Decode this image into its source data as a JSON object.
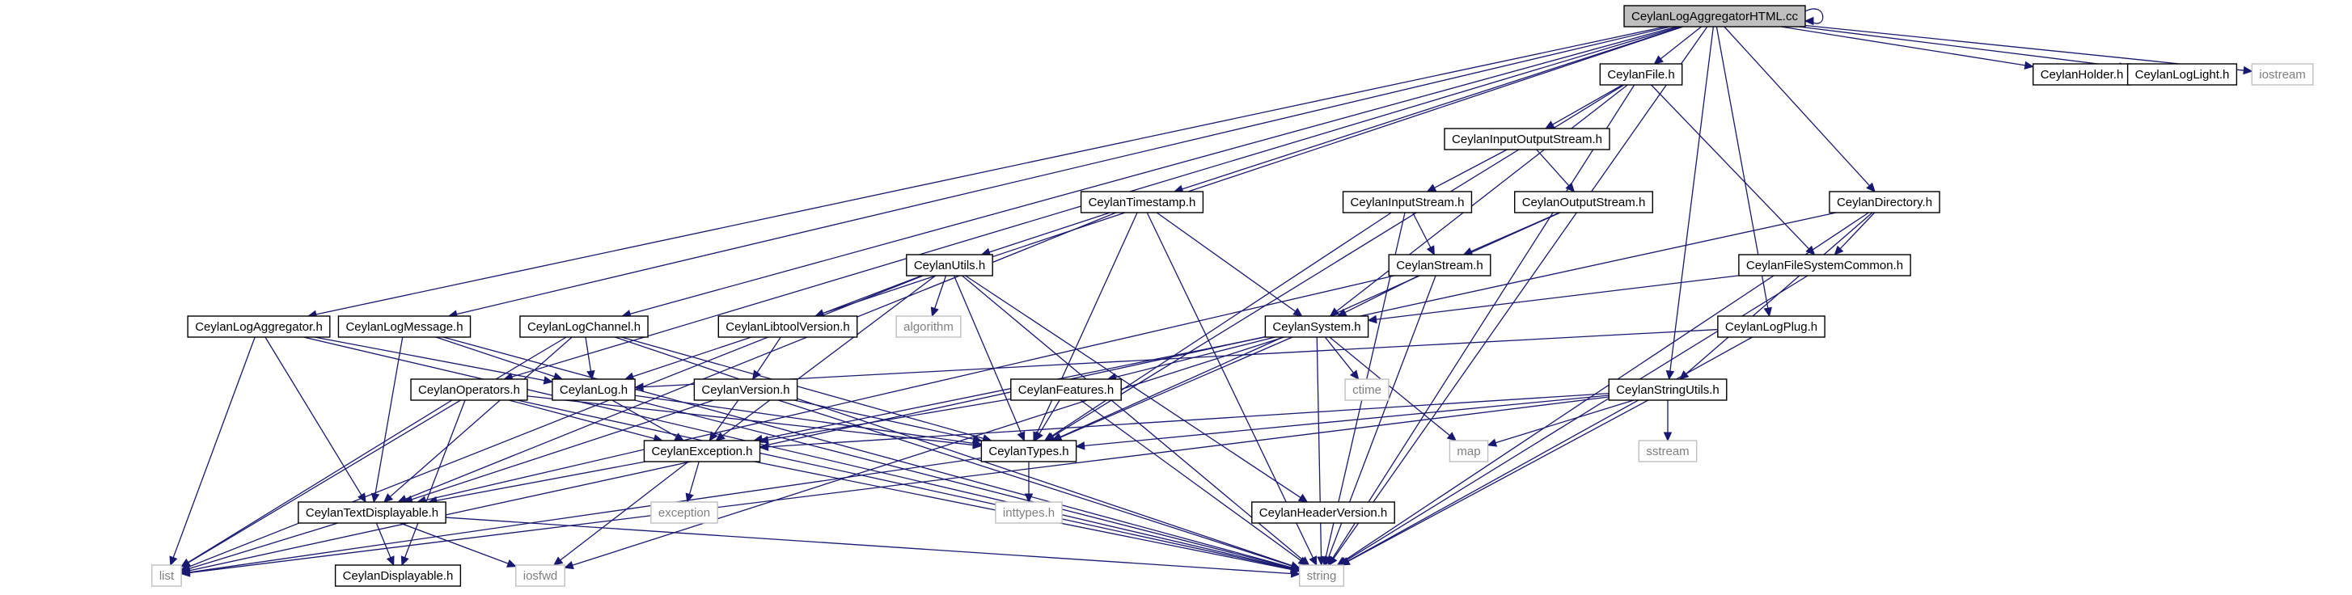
{
  "graph": {
    "root": "n0",
    "colors": {
      "edge": "#191970",
      "root_fill": "#bfbfbf",
      "node_border": "#000000",
      "system_border": "#bfbfbf",
      "system_text": "#7f7f7f"
    },
    "nodes": [
      {
        "id": "n0",
        "label": "CeylanLogAggregatorHTML.cc",
        "kind": "root"
      },
      {
        "id": "n1",
        "label": "CeylanFile.h",
        "kind": "header"
      },
      {
        "id": "n2",
        "label": "CeylanHolder.h",
        "kind": "header"
      },
      {
        "id": "n3",
        "label": "CeylanLogLight.h",
        "kind": "header"
      },
      {
        "id": "n4",
        "label": "iostream",
        "kind": "system"
      },
      {
        "id": "n5",
        "label": "CeylanInputOutputStream.h",
        "kind": "header"
      },
      {
        "id": "n6",
        "label": "CeylanTimestamp.h",
        "kind": "header"
      },
      {
        "id": "n7",
        "label": "CeylanInputStream.h",
        "kind": "header"
      },
      {
        "id": "n8",
        "label": "CeylanOutputStream.h",
        "kind": "header"
      },
      {
        "id": "n9",
        "label": "CeylanDirectory.h",
        "kind": "header"
      },
      {
        "id": "n10",
        "label": "CeylanStream.h",
        "kind": "header"
      },
      {
        "id": "n11",
        "label": "CeylanFileSystemCommon.h",
        "kind": "header"
      },
      {
        "id": "n12",
        "label": "CeylanUtils.h",
        "kind": "header"
      },
      {
        "id": "n13",
        "label": "CeylanLogAggregator.h",
        "kind": "header"
      },
      {
        "id": "n14",
        "label": "CeylanLogMessage.h",
        "kind": "header"
      },
      {
        "id": "n15",
        "label": "CeylanLogChannel.h",
        "kind": "header"
      },
      {
        "id": "n16",
        "label": "CeylanLibtoolVersion.h",
        "kind": "header"
      },
      {
        "id": "n17",
        "label": "algorithm",
        "kind": "system"
      },
      {
        "id": "n18",
        "label": "CeylanSystem.h",
        "kind": "header"
      },
      {
        "id": "n19",
        "label": "CeylanLogPlug.h",
        "kind": "header"
      },
      {
        "id": "n20",
        "label": "CeylanOperators.h",
        "kind": "header"
      },
      {
        "id": "n21",
        "label": "CeylanLog.h",
        "kind": "header"
      },
      {
        "id": "n22",
        "label": "CeylanVersion.h",
        "kind": "header"
      },
      {
        "id": "n23",
        "label": "CeylanFeatures.h",
        "kind": "header"
      },
      {
        "id": "n24",
        "label": "ctime",
        "kind": "system"
      },
      {
        "id": "n25",
        "label": "CeylanStringUtils.h",
        "kind": "header"
      },
      {
        "id": "n26",
        "label": "CeylanException.h",
        "kind": "header"
      },
      {
        "id": "n27",
        "label": "CeylanTypes.h",
        "kind": "header"
      },
      {
        "id": "n28",
        "label": "map",
        "kind": "system"
      },
      {
        "id": "n29",
        "label": "sstream",
        "kind": "system"
      },
      {
        "id": "n30",
        "label": "CeylanTextDisplayable.h",
        "kind": "header"
      },
      {
        "id": "n31",
        "label": "exception",
        "kind": "system"
      },
      {
        "id": "n32",
        "label": "inttypes.h",
        "kind": "system"
      },
      {
        "id": "n33",
        "label": "CeylanHeaderVersion.h",
        "kind": "header"
      },
      {
        "id": "n34",
        "label": "list",
        "kind": "system"
      },
      {
        "id": "n35",
        "label": "CeylanDisplayable.h",
        "kind": "header"
      },
      {
        "id": "n36",
        "label": "iosfwd",
        "kind": "system"
      },
      {
        "id": "n37",
        "label": "string",
        "kind": "system"
      }
    ],
    "edges": [
      [
        "n0",
        "n0"
      ],
      [
        "n0",
        "n1"
      ],
      [
        "n0",
        "n2"
      ],
      [
        "n0",
        "n3"
      ],
      [
        "n0",
        "n4"
      ],
      [
        "n0",
        "n6"
      ],
      [
        "n0",
        "n9"
      ],
      [
        "n0",
        "n13"
      ],
      [
        "n0",
        "n14"
      ],
      [
        "n0",
        "n15"
      ],
      [
        "n0",
        "n19"
      ],
      [
        "n0",
        "n20"
      ],
      [
        "n0",
        "n21"
      ],
      [
        "n0",
        "n25"
      ],
      [
        "n0",
        "n37"
      ],
      [
        "n1",
        "n5"
      ],
      [
        "n1",
        "n11"
      ],
      [
        "n1",
        "n18"
      ],
      [
        "n1",
        "n27"
      ],
      [
        "n1",
        "n37"
      ],
      [
        "n5",
        "n7"
      ],
      [
        "n5",
        "n8"
      ],
      [
        "n7",
        "n10"
      ],
      [
        "n7",
        "n27"
      ],
      [
        "n7",
        "n37"
      ],
      [
        "n8",
        "n10"
      ],
      [
        "n8",
        "n27"
      ],
      [
        "n6",
        "n12"
      ],
      [
        "n6",
        "n18"
      ],
      [
        "n6",
        "n27"
      ],
      [
        "n6",
        "n30"
      ],
      [
        "n6",
        "n37"
      ],
      [
        "n9",
        "n11"
      ],
      [
        "n9",
        "n25"
      ],
      [
        "n9",
        "n34"
      ],
      [
        "n9",
        "n37"
      ],
      [
        "n10",
        "n18"
      ],
      [
        "n10",
        "n30"
      ],
      [
        "n10",
        "n37"
      ],
      [
        "n11",
        "n18"
      ],
      [
        "n11",
        "n37"
      ],
      [
        "n12",
        "n16"
      ],
      [
        "n12",
        "n17"
      ],
      [
        "n12",
        "n26"
      ],
      [
        "n12",
        "n27"
      ],
      [
        "n12",
        "n33"
      ],
      [
        "n12",
        "n34"
      ],
      [
        "n12",
        "n37"
      ],
      [
        "n13",
        "n21"
      ],
      [
        "n13",
        "n30"
      ],
      [
        "n13",
        "n34"
      ],
      [
        "n13",
        "n37"
      ],
      [
        "n14",
        "n21"
      ],
      [
        "n14",
        "n30"
      ],
      [
        "n14",
        "n37"
      ],
      [
        "n15",
        "n21"
      ],
      [
        "n15",
        "n27"
      ],
      [
        "n15",
        "n30"
      ],
      [
        "n15",
        "n34"
      ],
      [
        "n15",
        "n37"
      ],
      [
        "n16",
        "n22"
      ],
      [
        "n18",
        "n23"
      ],
      [
        "n18",
        "n24"
      ],
      [
        "n18",
        "n26"
      ],
      [
        "n18",
        "n27"
      ],
      [
        "n18",
        "n28"
      ],
      [
        "n18",
        "n36"
      ],
      [
        "n18",
        "n37"
      ],
      [
        "n19",
        "n21"
      ],
      [
        "n19",
        "n37"
      ],
      [
        "n20",
        "n26"
      ],
      [
        "n20",
        "n27"
      ],
      [
        "n20",
        "n34"
      ],
      [
        "n20",
        "n35"
      ],
      [
        "n20",
        "n37"
      ],
      [
        "n21",
        "n26"
      ],
      [
        "n21",
        "n27"
      ],
      [
        "n21",
        "n37"
      ],
      [
        "n22",
        "n26"
      ],
      [
        "n22",
        "n27"
      ],
      [
        "n22",
        "n30"
      ],
      [
        "n22",
        "n37"
      ],
      [
        "n23",
        "n26"
      ],
      [
        "n23",
        "n27"
      ],
      [
        "n23",
        "n37"
      ],
      [
        "n25",
        "n26"
      ],
      [
        "n25",
        "n27"
      ],
      [
        "n25",
        "n28"
      ],
      [
        "n25",
        "n29"
      ],
      [
        "n25",
        "n34"
      ],
      [
        "n25",
        "n37"
      ],
      [
        "n26",
        "n30"
      ],
      [
        "n26",
        "n31"
      ],
      [
        "n26",
        "n36"
      ],
      [
        "n26",
        "n37"
      ],
      [
        "n27",
        "n32"
      ],
      [
        "n27",
        "n34"
      ],
      [
        "n30",
        "n34"
      ],
      [
        "n30",
        "n35"
      ],
      [
        "n30",
        "n36"
      ],
      [
        "n30",
        "n37"
      ]
    ]
  }
}
